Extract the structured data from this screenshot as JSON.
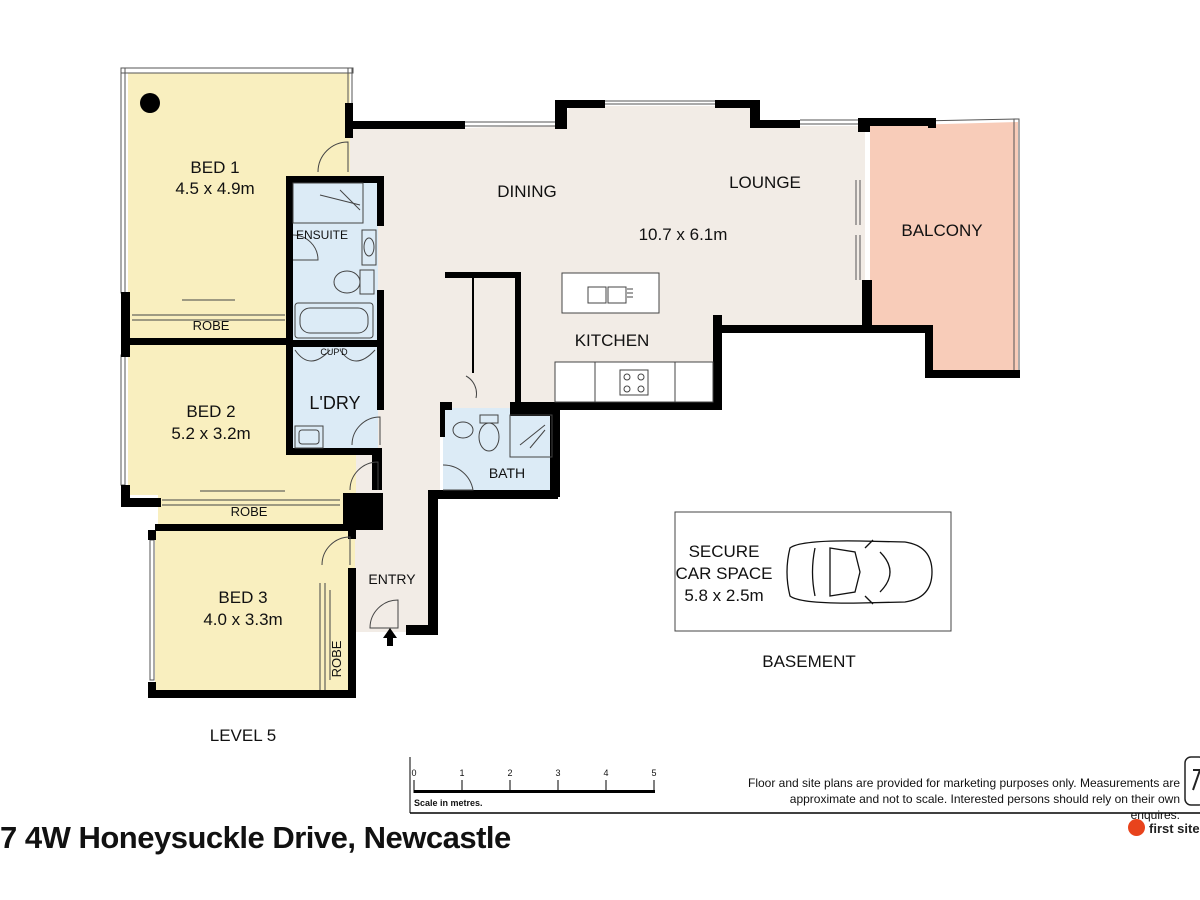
{
  "plan": {
    "rooms": {
      "bed1": {
        "name": "BED 1",
        "size": "4.5 x 4.9m"
      },
      "bed2": {
        "name": "BED 2",
        "size": "5.2 x 3.2m"
      },
      "bed3": {
        "name": "BED 3",
        "size": "4.0 x 3.3m"
      },
      "ensuite": {
        "name": "ENSUITE"
      },
      "robe": {
        "name": "ROBE"
      },
      "cupboard": {
        "name": "CUP'D"
      },
      "laundry": {
        "name": "L'DRY"
      },
      "bath": {
        "name": "BATH"
      },
      "entry": {
        "name": "ENTRY"
      },
      "dining": {
        "name": "DINING"
      },
      "lounge": {
        "name": "LOUNGE"
      },
      "living_size": "10.7 x 6.1m",
      "kitchen": {
        "name": "KITCHEN"
      },
      "balcony": {
        "name": "BALCONY"
      }
    },
    "car_space": {
      "line1": "SECURE",
      "line2": "CAR SPACE",
      "size": "5.8 x 2.5m"
    },
    "basement_label": "BASEMENT",
    "level_label": "LEVEL 5",
    "scale": {
      "ticks": [
        "0",
        "1",
        "2",
        "3",
        "4",
        "5"
      ],
      "caption": "Scale in metres."
    },
    "colors": {
      "bedroom": "#f9efbf",
      "wet_area": "#dcebf6",
      "living": "#f2ece6",
      "balcony": "#f8ccb9",
      "wall": "#000000"
    }
  },
  "footer": {
    "address": "7 4W Honeysuckle Drive, Newcastle",
    "disclaimer": "Floor and site plans are provided for marketing purposes only. Measurements are approximate and not to scale. Interested persons should rely on their own enquires.",
    "brand": "first site i"
  }
}
